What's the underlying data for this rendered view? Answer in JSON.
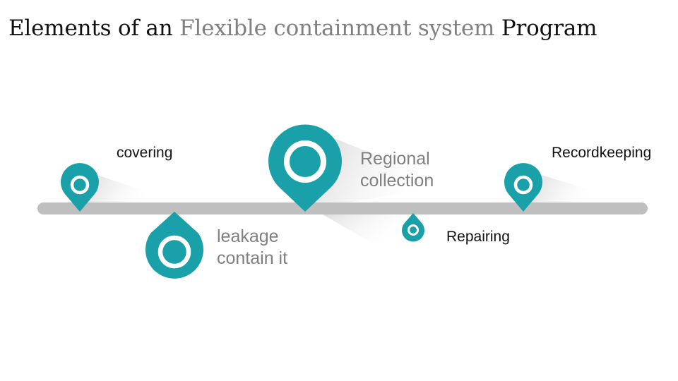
{
  "title": {
    "prefix": "Elements of an ",
    "highlight": "Flexible containment system",
    "suffix": " Program"
  },
  "colors": {
    "marker": "#1aa0a8",
    "timeline": "#bfbfbf",
    "title_highlight": "#808080",
    "label_dark": "#111111",
    "label_gray": "#808080"
  },
  "milestones": [
    {
      "id": "covering",
      "lines": [
        "covering"
      ],
      "side": "above",
      "icon": "map-pin-icon"
    },
    {
      "id": "leakage",
      "lines": [
        "leakage",
        "contain it"
      ],
      "side": "below",
      "icon": "map-pin-icon"
    },
    {
      "id": "regional",
      "lines": [
        "Regional",
        "collection"
      ],
      "side": "above",
      "icon": "map-pin-icon"
    },
    {
      "id": "repairing",
      "lines": [
        "Repairing"
      ],
      "side": "below",
      "icon": "map-pin-icon"
    },
    {
      "id": "recordkeeping",
      "lines": [
        "Recordkeeping"
      ],
      "side": "above",
      "icon": "map-pin-icon"
    }
  ]
}
